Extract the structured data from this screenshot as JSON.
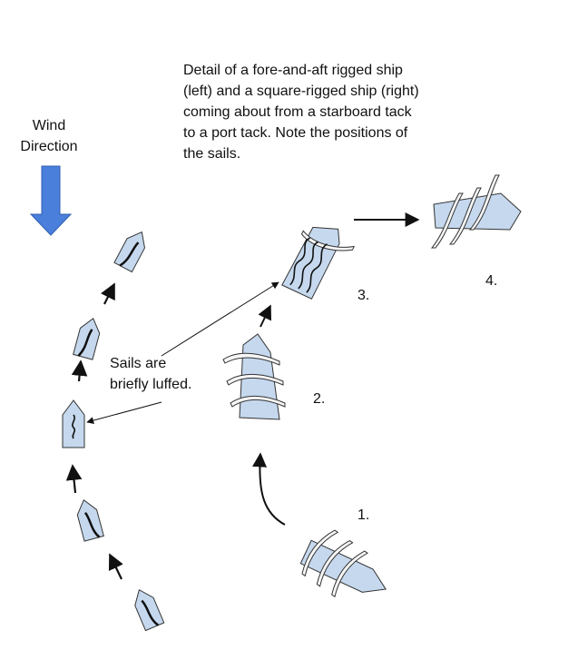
{
  "caption": {
    "lines": [
      "Detail of a fore-and-aft rigged ship",
      "(left) and a square-rigged ship (right)",
      "coming about from a starboard tack",
      "to a port tack. Note the positions of",
      "the sails."
    ]
  },
  "wind": {
    "lines": [
      "Wind",
      "Direction"
    ],
    "arrow_color": "#4a7fdc"
  },
  "annotation": {
    "lines": [
      "Sails are",
      "briefly luffed."
    ]
  },
  "steps": [
    "1.",
    "2.",
    "3.",
    "4."
  ],
  "colors": {
    "hull_fill": "#c5d8ee",
    "sail_fill": "#f7f7f7",
    "line": "#111111"
  }
}
